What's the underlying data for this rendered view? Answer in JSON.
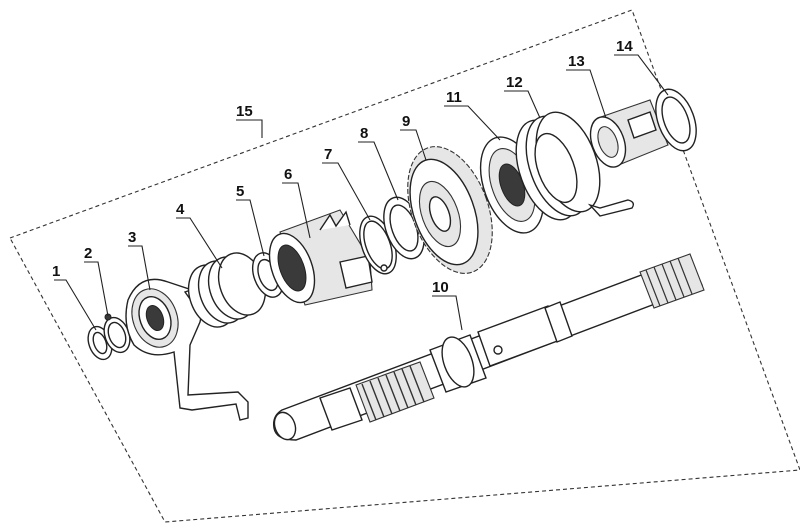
{
  "diagram": {
    "kind": "exploded parts view",
    "colors": {
      "ink": "#222222",
      "background": "#ffffff",
      "shade": "#e6e6e6"
    },
    "callouts": [
      {
        "id": "1",
        "label": "1"
      },
      {
        "id": "2",
        "label": "2"
      },
      {
        "id": "3",
        "label": "3"
      },
      {
        "id": "4",
        "label": "4"
      },
      {
        "id": "5",
        "label": "5"
      },
      {
        "id": "6",
        "label": "6"
      },
      {
        "id": "7",
        "label": "7"
      },
      {
        "id": "8",
        "label": "8"
      },
      {
        "id": "9",
        "label": "9"
      },
      {
        "id": "10",
        "label": "10"
      },
      {
        "id": "11",
        "label": "11"
      },
      {
        "id": "12",
        "label": "12"
      },
      {
        "id": "13",
        "label": "13"
      },
      {
        "id": "14",
        "label": "14"
      },
      {
        "id": "15",
        "label": "15"
      }
    ]
  }
}
